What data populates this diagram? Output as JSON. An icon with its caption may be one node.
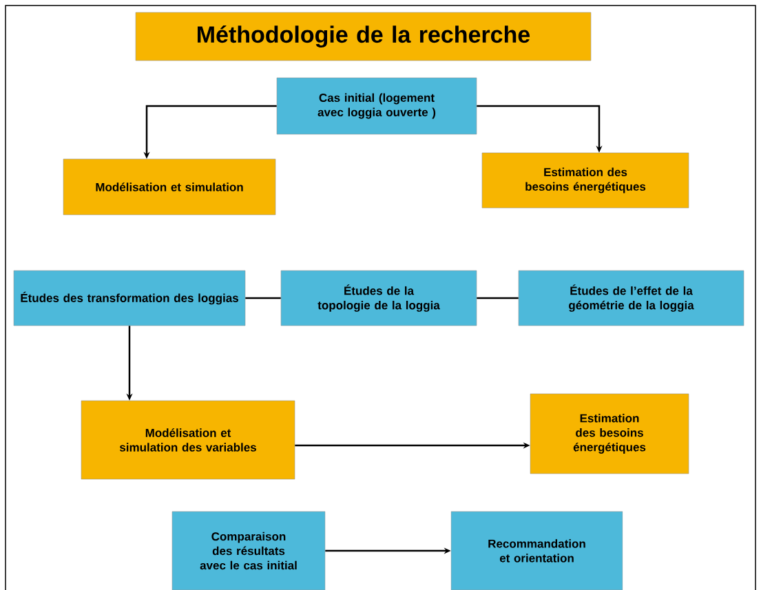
{
  "diagram": {
    "nodes": [
      {
        "text": [
          "Méthodologie de la recherche"
        ]
      },
      {
        "text": [
          "Cas initial (logement avec loggia ouverte )"
        ]
      },
      {
        "text": [
          "Modélisation et simulation"
        ]
      },
      {
        "text": [
          "Estimation des besoins énergétiques"
        ]
      },
      {
        "text": [
          "Études des transformation des loggias"
        ]
      },
      {
        "text": [
          "Études de la topologie de la loggia"
        ]
      },
      {
        "text": [
          "Études de l’effet de la géométrie de la loggia"
        ]
      },
      {
        "text": [
          "Modélisation et simulation des variables"
        ]
      },
      {
        "text": [
          "Estimation des besoins énergétiques"
        ]
      },
      {
        "text": [
          "Comparaison des résultats avec le cas initial"
        ]
      },
      {
        "text": [
          "Recommandation et orientation"
        ]
      }
    ],
    "edges": [
      {
        "from": 1,
        "to": 2,
        "arrow": "to"
      },
      {
        "from": 1,
        "to": 3,
        "arrow": "to"
      },
      {
        "from": 4,
        "to": 5,
        "arrow": "none"
      },
      {
        "from": 5,
        "to": 6,
        "arrow": "none"
      },
      {
        "from": 4,
        "to": 7,
        "arrow": "to"
      },
      {
        "from": 7,
        "to": 8,
        "arrow": "to"
      },
      {
        "from": 9,
        "to": 10,
        "arrow": "to"
      }
    ]
  }
}
